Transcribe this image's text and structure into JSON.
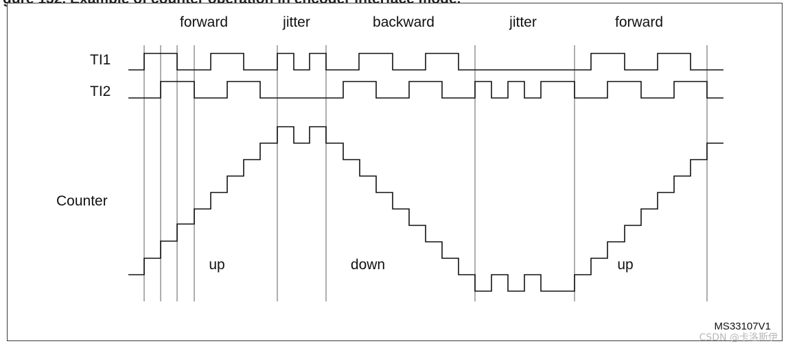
{
  "header_fragment": "gure 132. Example of counter operation in encoder interface mode.",
  "phases": [
    "forward",
    "jitter",
    "backward",
    "jitter",
    "forward"
  ],
  "signals": {
    "ti1": "TI1",
    "ti2": "TI2",
    "counter": "Counter"
  },
  "directions": {
    "up_left": "up",
    "down": "down",
    "up_right": "up"
  },
  "figure_id": "MS33107V1",
  "watermark": "CSDN @卡洛斯伊",
  "colors": {
    "frame": "#3a3a3a",
    "waveform": "#111111",
    "guide_line": "#9a9a9a",
    "watermark": "#b8b8b8"
  }
}
